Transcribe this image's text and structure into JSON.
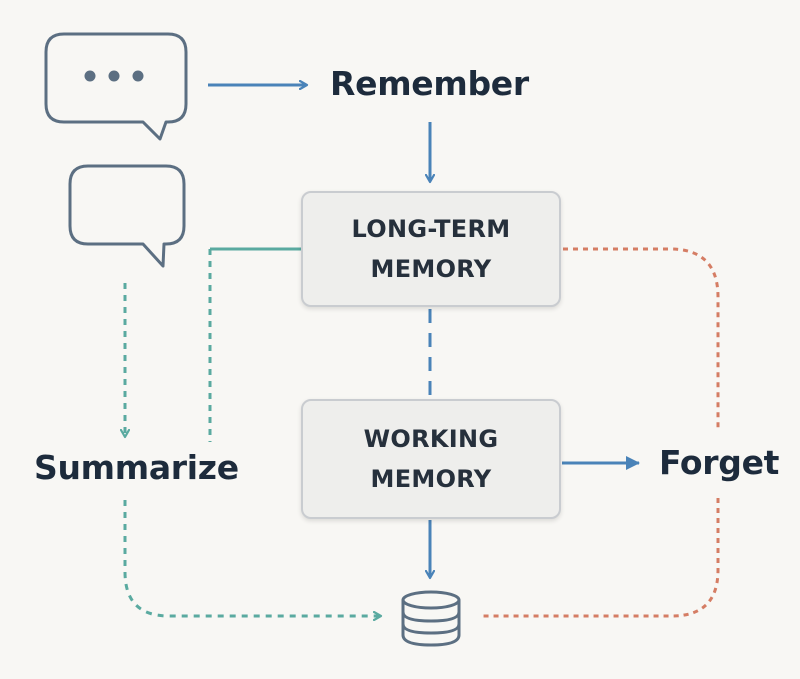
{
  "labels": {
    "remember": "Remember",
    "summarize": "Summarize",
    "forget": "Forget"
  },
  "boxes": {
    "long_term": {
      "line1": "LONG-TERM",
      "line2": "MEMORY"
    },
    "working": {
      "line1": "WORKING",
      "line2": "MEMORY"
    }
  },
  "icons": {
    "chat_typing": "chat-bubble-typing-icon",
    "chat_empty": "chat-bubble-icon",
    "storage": "database-icon"
  },
  "colors": {
    "blue": "#4a83b8",
    "teal": "#5aaaa0",
    "orange": "#d57d64",
    "icon": "#5c6f82"
  }
}
